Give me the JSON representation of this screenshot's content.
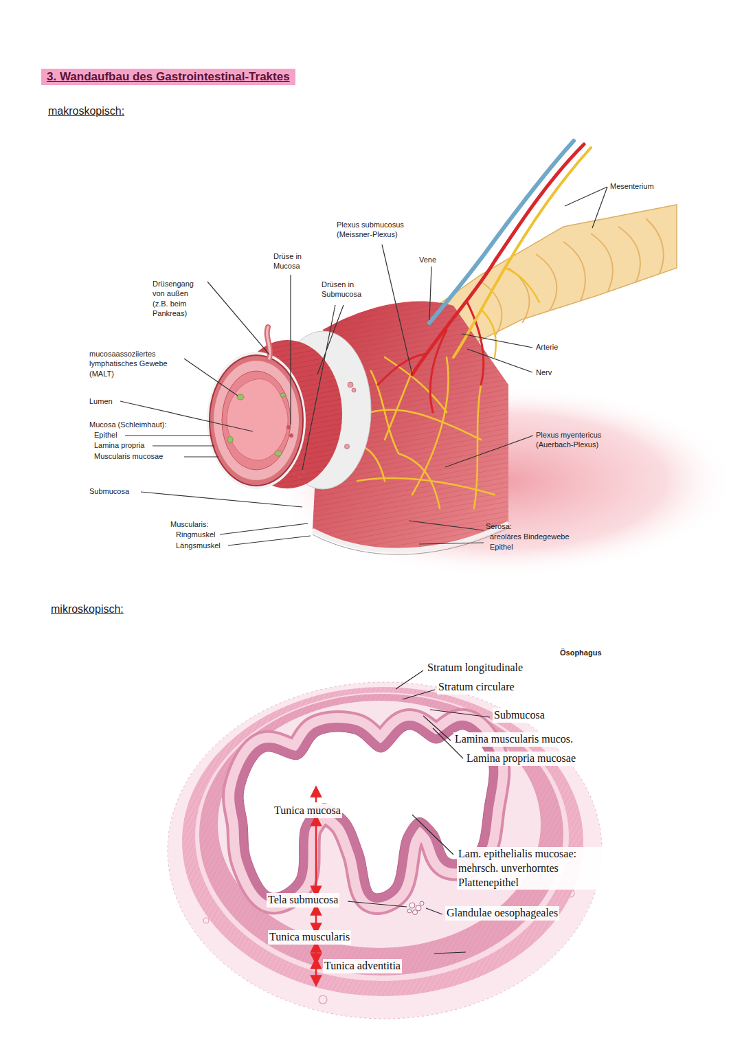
{
  "diagram": {
    "title": "3. Wandaufbau des Gastrointestinal-Traktes",
    "labels": [
      "makroskopisch:",
      "Mesenterium",
      "Plexus submucosus (Meissner-Plexus)",
      "Drüse in Mucosa",
      "Vene",
      "Drüsengang von außen (z.B. beim Pankreas)",
      "Drüsen in Submucosa",
      "mucosaassoziiertes lymphatisches Gewebe (MALT)",
      "Arterie",
      "Nerv",
      "Lumen",
      "Mucosa (Schleimhaut):",
      "Epithel",
      "Lamina propria",
      "Muscularis mucosae",
      "Plexus myentericus (Auerbach-Plexus)",
      "Submucosa",
      "Muscularis:",
      "Ringmuskel",
      "Längsmuskel",
      "Serosa:",
      "areoläres Bindegewebe",
      "Epithel",
      "mikroskopisch:",
      "Ösophagus",
      "Stratum longitudinale",
      "Stratum circulare",
      "Submucosa",
      "Lamina muscularis mucos.",
      "Lamina propria mucosae",
      "Tunica mucosa",
      "Lam. epithelialis mucosae: mehrsch. unverhorntes Plattenepithel",
      "Tela submucosa",
      "Glandulae oesophageales",
      "Tunica muscularis",
      "Tunica adventitia"
    ]
  }
}
